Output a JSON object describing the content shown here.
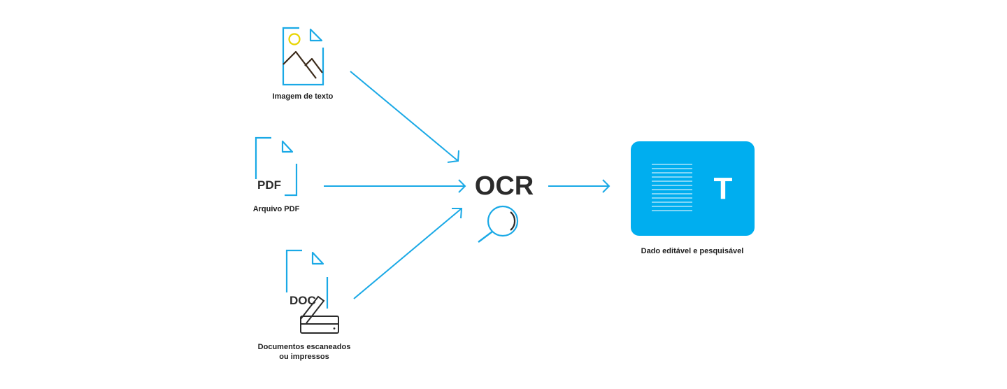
{
  "colors": {
    "accent": "#1aa9e6",
    "output_card": "#00aeef",
    "text": "#1f1f1f",
    "sun": "#e8d400",
    "mountain": "#3b2a1a"
  },
  "inputs": {
    "image": {
      "icon": "image-file-icon",
      "label": "Imagem de texto"
    },
    "pdf": {
      "icon": "pdf-file-icon",
      "badge": "PDF",
      "label": "Arquivo PDF"
    },
    "doc": {
      "icon": "scanned-doc-icon",
      "badge": "DOC",
      "label_line1": "Documentos escaneados",
      "label_line2": "ou impressos"
    }
  },
  "ocr": {
    "title": "OCR",
    "icon": "magnifier-icon"
  },
  "output": {
    "icon": "editable-text-icon",
    "glyph": "T",
    "label": "Dado editável e pesquisável"
  }
}
